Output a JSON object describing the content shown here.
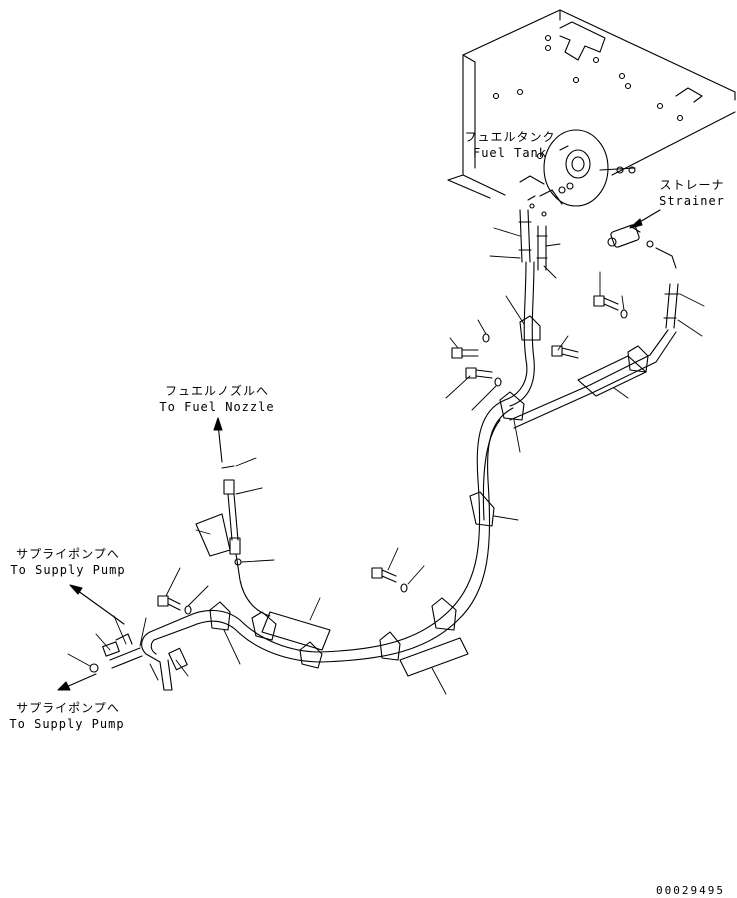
{
  "labels": {
    "fuel_tank_jp": "フュエルタンク",
    "fuel_tank_en": "Fuel Tank",
    "strainer_jp": "ストレーナ",
    "strainer_en": "Strainer",
    "fuel_nozzle_jp": "フュエルノズルへ",
    "fuel_nozzle_en": "To Fuel Nozzle",
    "supply_pump_upper_jp": "サプライポンプへ",
    "supply_pump_upper_en": "To Supply Pump",
    "supply_pump_lower_jp": "サプライポンプへ",
    "supply_pump_lower_en": "To Supply Pump"
  },
  "drawing_number": "00029495",
  "colors": {
    "line": "#000000",
    "background": "#ffffff"
  }
}
